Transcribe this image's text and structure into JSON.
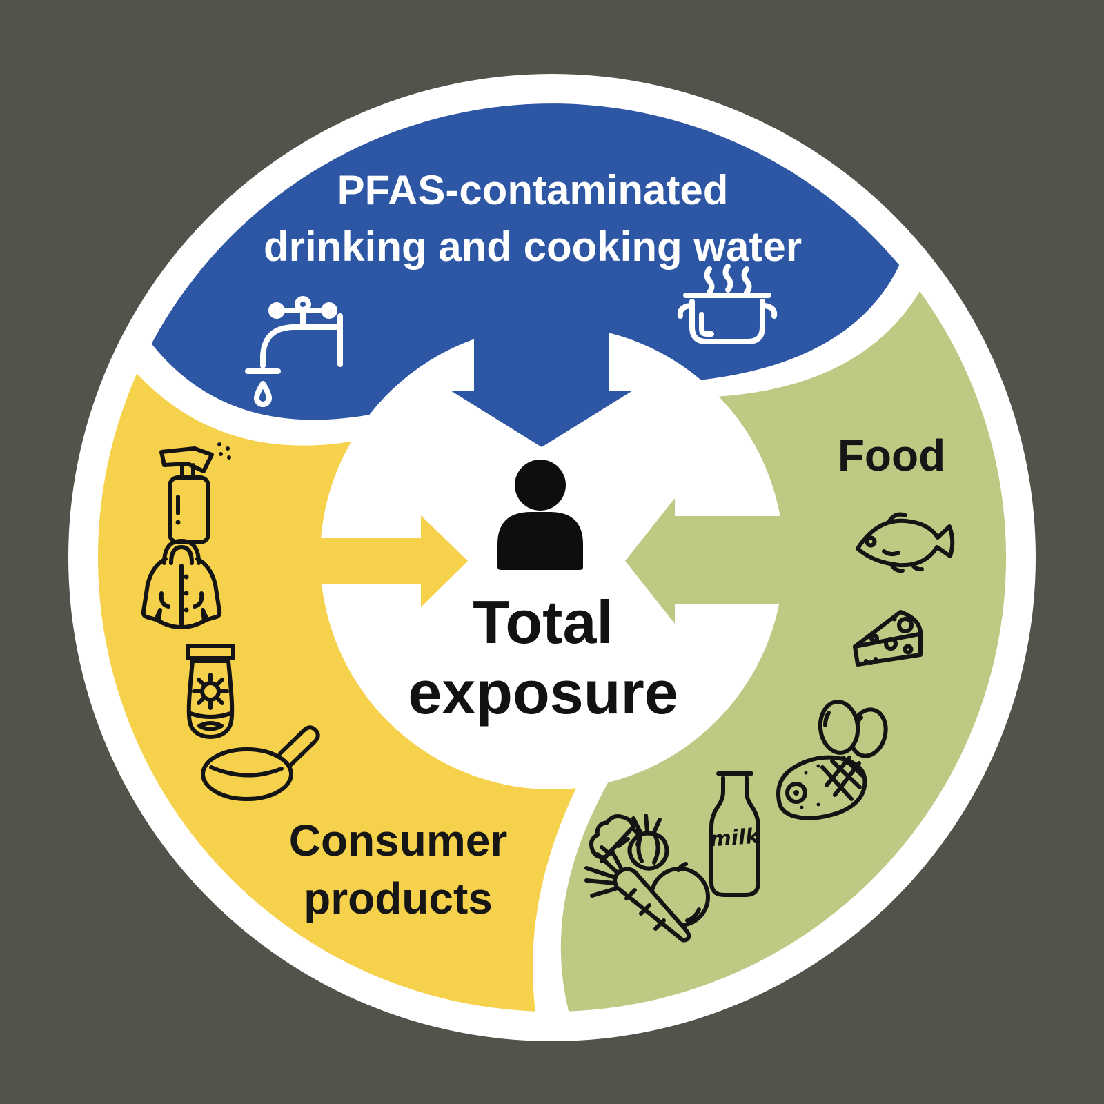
{
  "background_color": "#53524B",
  "colors": {
    "water_blue": "#2D56A5",
    "consumer_products_yellow": "#F5D14C",
    "food_green": "#BECA84",
    "ring_white": "#FFFFFF",
    "icon_and_text_black": "#141414",
    "title_text_white": "#FFFFFF"
  },
  "center": {
    "icon": "person-icon",
    "line1": "Total",
    "line2": "exposure"
  },
  "segments": {
    "water": {
      "label_line1": "PFAS-contaminated",
      "label_line2": "drinking and cooking water",
      "color": "#2D56A5",
      "icons": [
        "tap-icon",
        "cooking-pot-icon"
      ],
      "arrow_direction": "down-into-center"
    },
    "consumer_products": {
      "label_line1": "Consumer",
      "label_line2": "products",
      "color": "#F5D14C",
      "icons": [
        "spray-bottle-icon",
        "raincoat-icon",
        "sunscreen-icon",
        "frying-pan-icon"
      ],
      "arrow_direction": "right-into-center"
    },
    "food": {
      "label": "Food",
      "color": "#BECA84",
      "icons": [
        "fish-icon",
        "cheese-icon",
        "eggs-icon",
        "ham-icon",
        "milk-bottle-icon",
        "vegetables-icon"
      ],
      "milk_bottle_text": "milk",
      "arrow_direction": "left-into-center"
    }
  }
}
